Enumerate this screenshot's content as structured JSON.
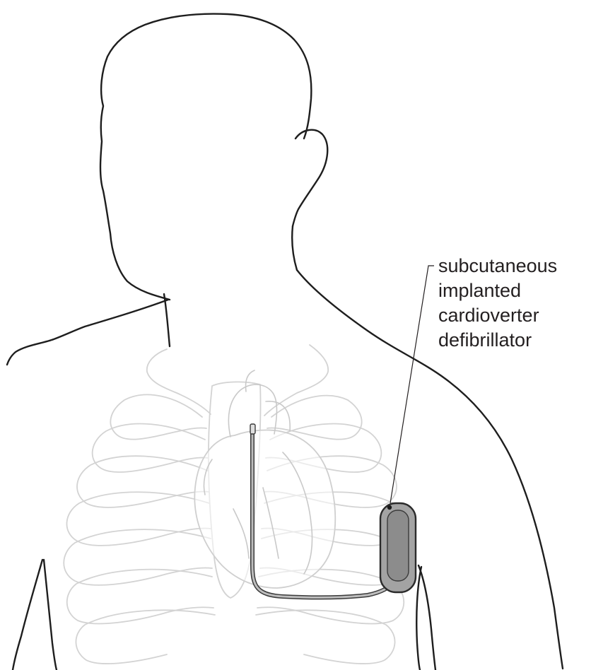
{
  "label": {
    "line1": "subcutaneous",
    "line2": "implanted",
    "line3": "cardioverter",
    "line4": "defibrillator"
  },
  "colors": {
    "background": "#ffffff",
    "outline": "#1e1e1e",
    "ghost_anatomy": "#d3d3d3",
    "device_fill": "#9e9e9e",
    "device_stroke": "#2b2b2b",
    "label_text": "#231f20"
  }
}
